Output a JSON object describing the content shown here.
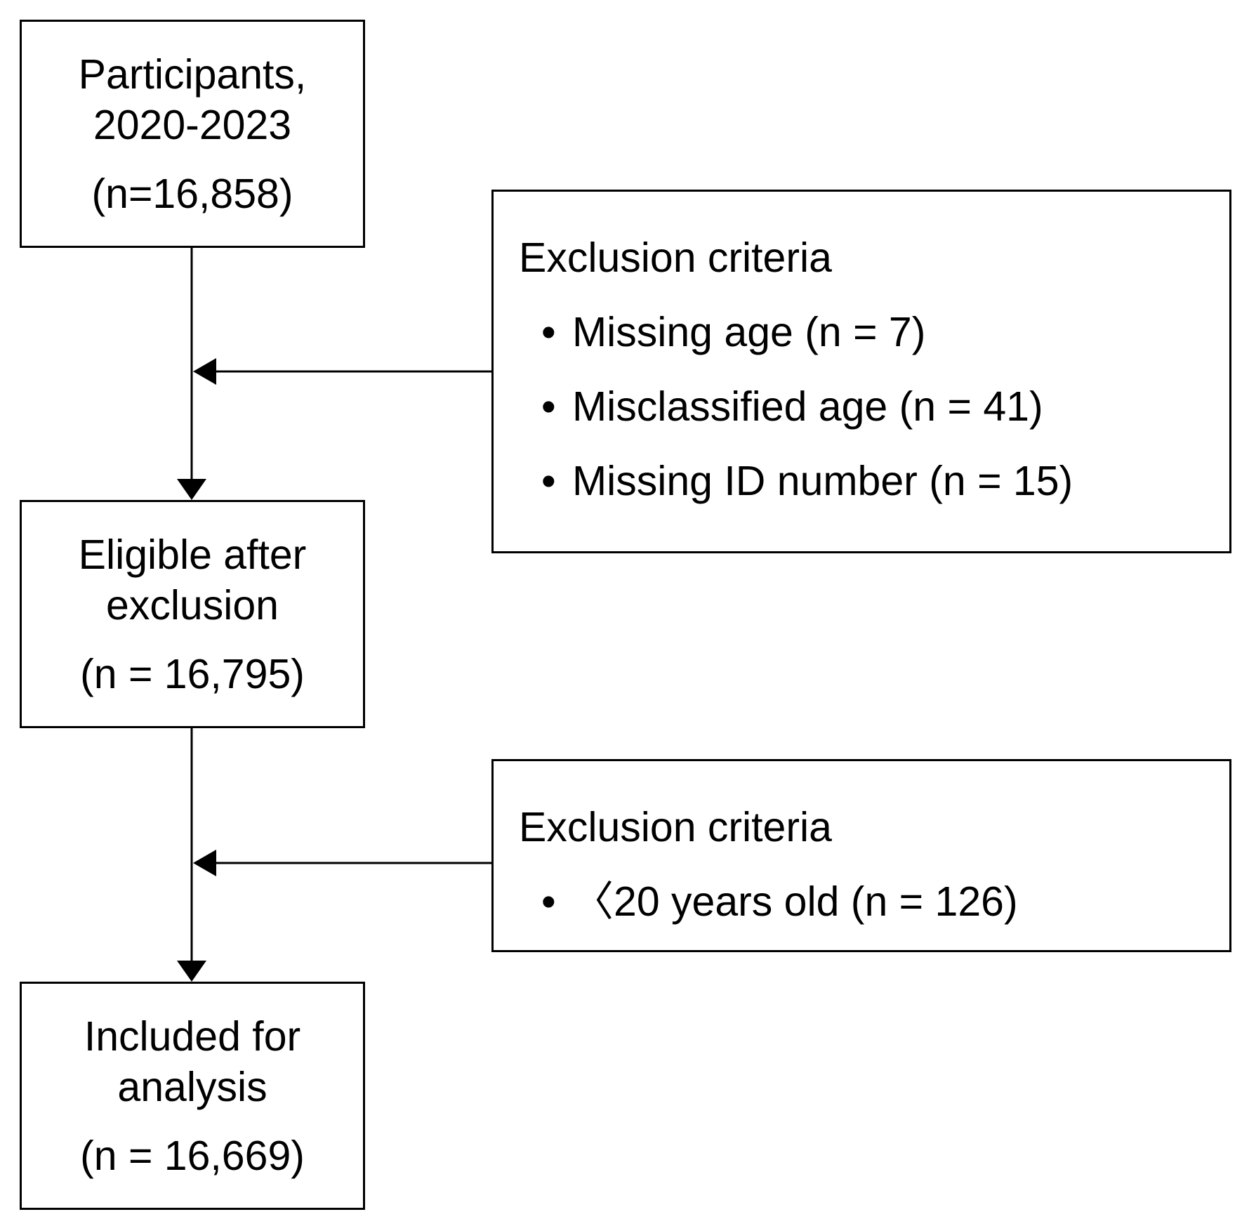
{
  "flow": {
    "participants": {
      "line1": "Participants,",
      "line2": "2020-2023",
      "count": "(n=16,858)"
    },
    "eligible": {
      "line1": "Eligible after",
      "line2": "exclusion",
      "count": "(n = 16,795)"
    },
    "included": {
      "line1": "Included for",
      "line2": "analysis",
      "count": "(n = 16,669)"
    }
  },
  "exclusions": [
    {
      "title": "Exclusion criteria",
      "bullet": "•",
      "items": [
        "Missing age (n = 7)",
        "Misclassified age (n = 41)",
        "Missing ID number (n = 15)"
      ]
    },
    {
      "title": "Exclusion criteria",
      "bullet": "•",
      "items": [
        "〈20 years old (n = 126)"
      ]
    }
  ]
}
